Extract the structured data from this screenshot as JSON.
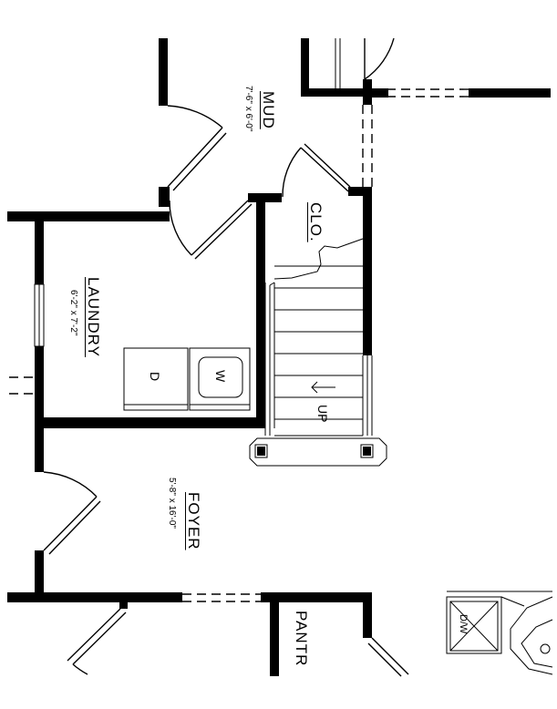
{
  "rooms": {
    "mud": {
      "name": "MUD",
      "dims": "7'-6\" x 6'-0\""
    },
    "laundry": {
      "name": "LAUNDRY",
      "dims": "6'-2\" x 7'-2\""
    },
    "foyer": {
      "name": "FOYER",
      "dims": "5'-8\" x 16'-0\""
    },
    "closet": {
      "name": "CLO."
    },
    "pantry": {
      "name": "PANTR"
    }
  },
  "appliances": {
    "dryer": "D",
    "washer": "W",
    "dishwasher": "D/W"
  },
  "stairs": {
    "direction_label": "UP",
    "tread_count": 8
  },
  "colors": {
    "line": "#000000",
    "background": "#ffffff"
  }
}
